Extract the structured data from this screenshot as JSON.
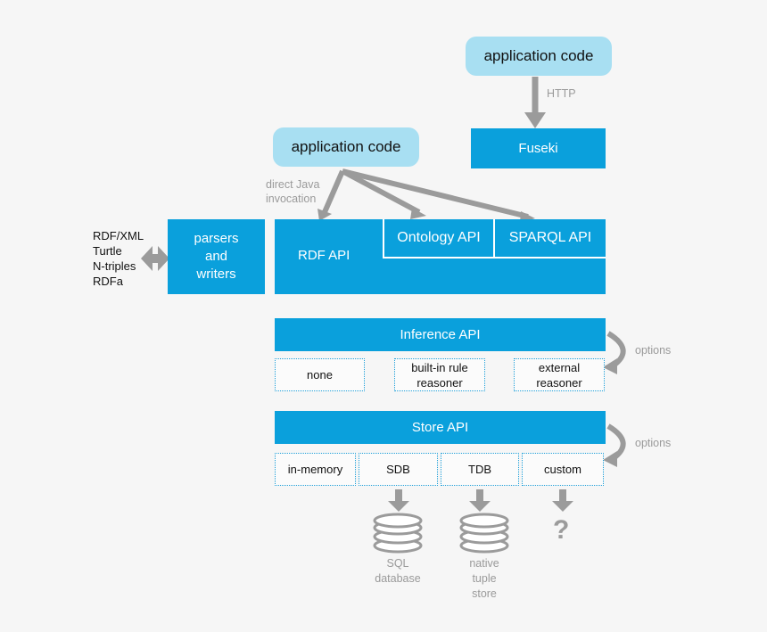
{
  "app_code_top": "application code",
  "http_label": "HTTP",
  "fuseki": "Fuseki",
  "app_code_mid": "application code",
  "direct_java": [
    "direct Java",
    "invocation"
  ],
  "formats": [
    "RDF/XML",
    "Turtle",
    "N-triples",
    "RDFa"
  ],
  "parsers": [
    "parsers",
    "and",
    "writers"
  ],
  "rdf_api": "RDF API",
  "ontology_api": "Ontology API",
  "sparql_api": "SPARQL API",
  "inference_api": "Inference API",
  "inference_options_label": "options",
  "inference_options": [
    {
      "lines": [
        "none"
      ]
    },
    {
      "lines": [
        "built-in rule",
        "reasoner"
      ]
    },
    {
      "lines": [
        "external",
        "reasoner"
      ]
    }
  ],
  "store_api": "Store API",
  "store_options_label": "options",
  "store_options": [
    "in-memory",
    "SDB",
    "TDB",
    "custom"
  ],
  "sql_db": [
    "SQL",
    "database"
  ],
  "native_store": [
    "native",
    "tuple",
    "store"
  ],
  "unknown_mark": "?",
  "colors": {
    "background": "#f6f6f6",
    "blue": "#0aa0dc",
    "pill": "#a8dff2",
    "arrow_grey": "#9b9b9b",
    "dotted_border": "#1e9fd8"
  }
}
